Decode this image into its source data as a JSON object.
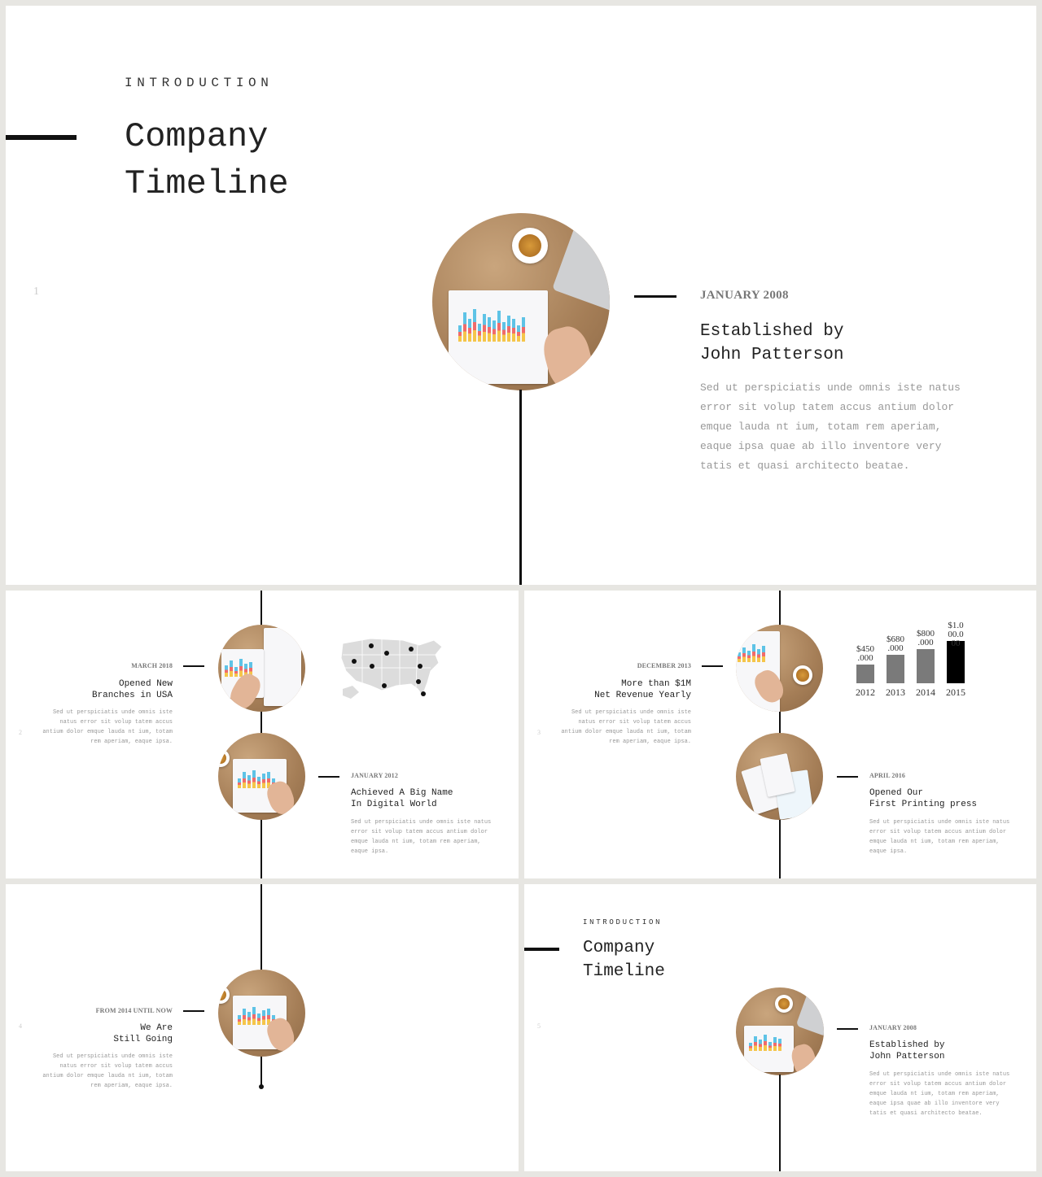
{
  "slides": {
    "main": {
      "kicker": "INTRODUCTION",
      "title": "Company\nTimeline",
      "page": "1",
      "event": {
        "date": "JANUARY 2008",
        "heading": "Established by\nJohn Patterson",
        "body": "Sed ut perspiciatis unde omnis iste natus error sit volup tatem accus antium dolor emque lauda nt ium, totam rem aperiam, eaque ipsa quae ab illo inventore very tatis et quasi architecto beatae."
      }
    },
    "s2": {
      "page": "2",
      "top": {
        "date": "MARCH 2018",
        "heading": "Opened New\nBranches in USA",
        "body": "Sed ut perspiciatis unde omnis iste natus error sit volup tatem accus antium dolor emque lauda nt ium, totam rem aperiam, eaque ipsa."
      },
      "bottom": {
        "date": "JANUARY 2012",
        "heading": "Achieved A Big Name\nIn Digital World",
        "body": "Sed ut perspiciatis unde omnis iste natus error sit volup tatem accus antium dolor emque lauda nt ium, totam rem aperiam, eaque ipsa."
      }
    },
    "s3": {
      "page": "3",
      "top": {
        "date": "DECEMBER 2013",
        "heading": "More than $1M\nNet Revenue Yearly",
        "body": "Sed ut perspiciatis unde omnis iste natus error sit volup tatem accus antium dolor emque lauda nt ium, totam rem aperiam, eaque ipsa."
      },
      "bottom": {
        "date": "APRIL 2016",
        "heading": "Opened Our\nFirst Printing press",
        "body": "Sed ut perspiciatis unde omnis iste natus error sit volup tatem accus antium dolor emque lauda nt ium, totam rem aperiam, eaque ipsa."
      },
      "revenue": [
        {
          "year": "2012",
          "label": "$450\n.000",
          "value": 450000,
          "color": "#7a7a7a"
        },
        {
          "year": "2013",
          "label": "$680\n.000",
          "value": 680000,
          "color": "#7a7a7a"
        },
        {
          "year": "2014",
          "label": "$800\n.000",
          "value": 800000,
          "color": "#7a7a7a"
        },
        {
          "year": "2015",
          "label": "$1.0\n00.0\n00",
          "value": 1000000,
          "color": "#000000"
        }
      ]
    },
    "s4": {
      "page": "4",
      "event": {
        "date": "FROM 2014 UNTIL NOW",
        "heading": "We Are\nStill Going",
        "body": "Sed ut perspiciatis unde omnis iste natus error sit volup tatem accus antium dolor emque lauda nt ium, totam rem aperiam, eaque ipsa."
      }
    },
    "s5": {
      "page": "5",
      "kicker": "INTRODUCTION",
      "title": "Company\nTimeline",
      "event": {
        "date": "JANUARY 2008",
        "heading": "Established by\nJohn Patterson",
        "body": "Sed ut perspiciatis unde omnis iste natus error sit volup tatem accus antium dolor emque lauda nt ium, totam rem aperiam, eaque ipsa quae ab illo inventore very tatis et quasi architecto beatae."
      }
    }
  }
}
